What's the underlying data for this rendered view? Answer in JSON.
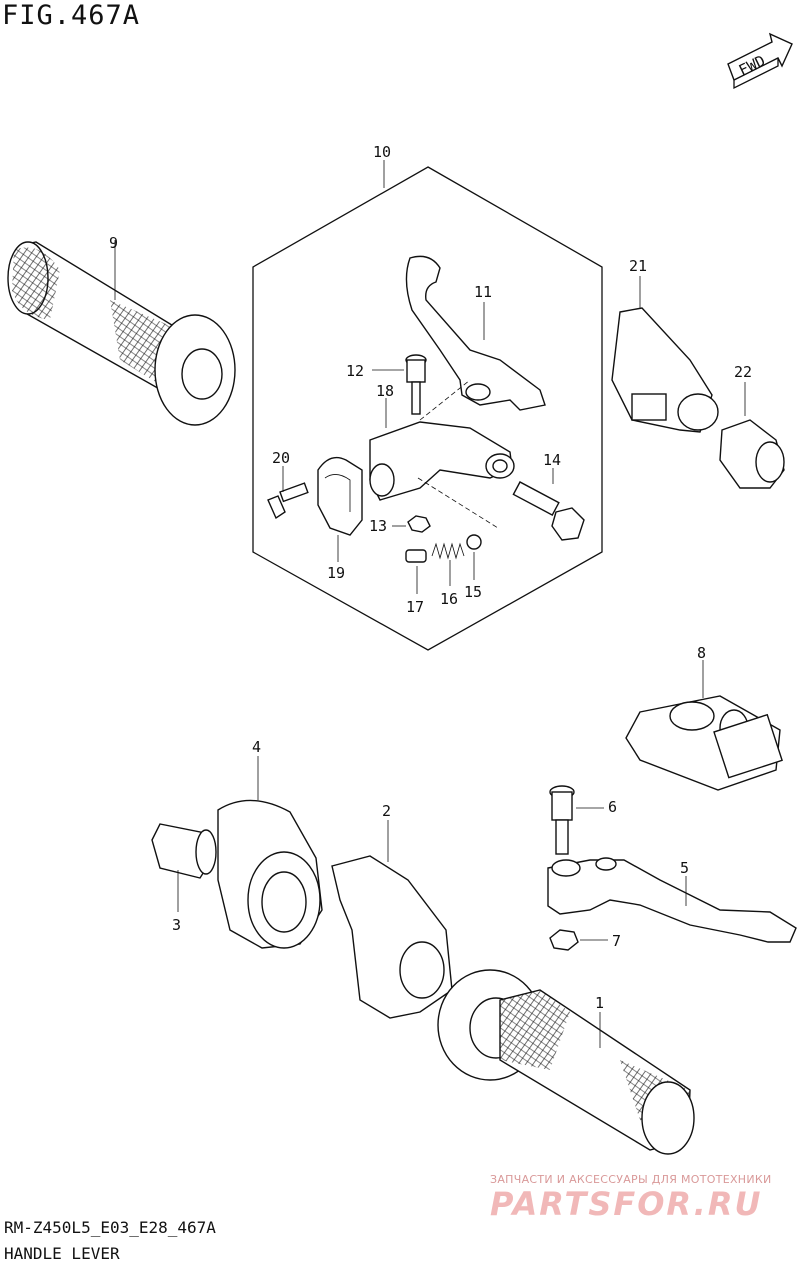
{
  "header": {
    "figure_title": "FIG.467A",
    "fwd_label": "FWD"
  },
  "footer": {
    "diagram_code": "RM-Z450L5_E03_E28_467A",
    "section_name": "HANDLE LEVER"
  },
  "watermark": {
    "tagline": "ЗАПЧАСТИ И АКСЕССУАРЫ ДЛЯ МОТОТЕХНИКИ",
    "brand": "PARTSFOR.RU"
  },
  "callouts": {
    "p1": "1",
    "p2": "2",
    "p3": "3",
    "p4": "4",
    "p5": "5",
    "p6": "6",
    "p7": "7",
    "p8": "8",
    "p9": "9",
    "p10": "10",
    "p11": "11",
    "p12": "12",
    "p13": "13",
    "p14": "14",
    "p15": "15",
    "p16": "16",
    "p17": "17",
    "p18": "18",
    "p19": "19",
    "p20": "20",
    "p21": "21",
    "p22": "22"
  }
}
